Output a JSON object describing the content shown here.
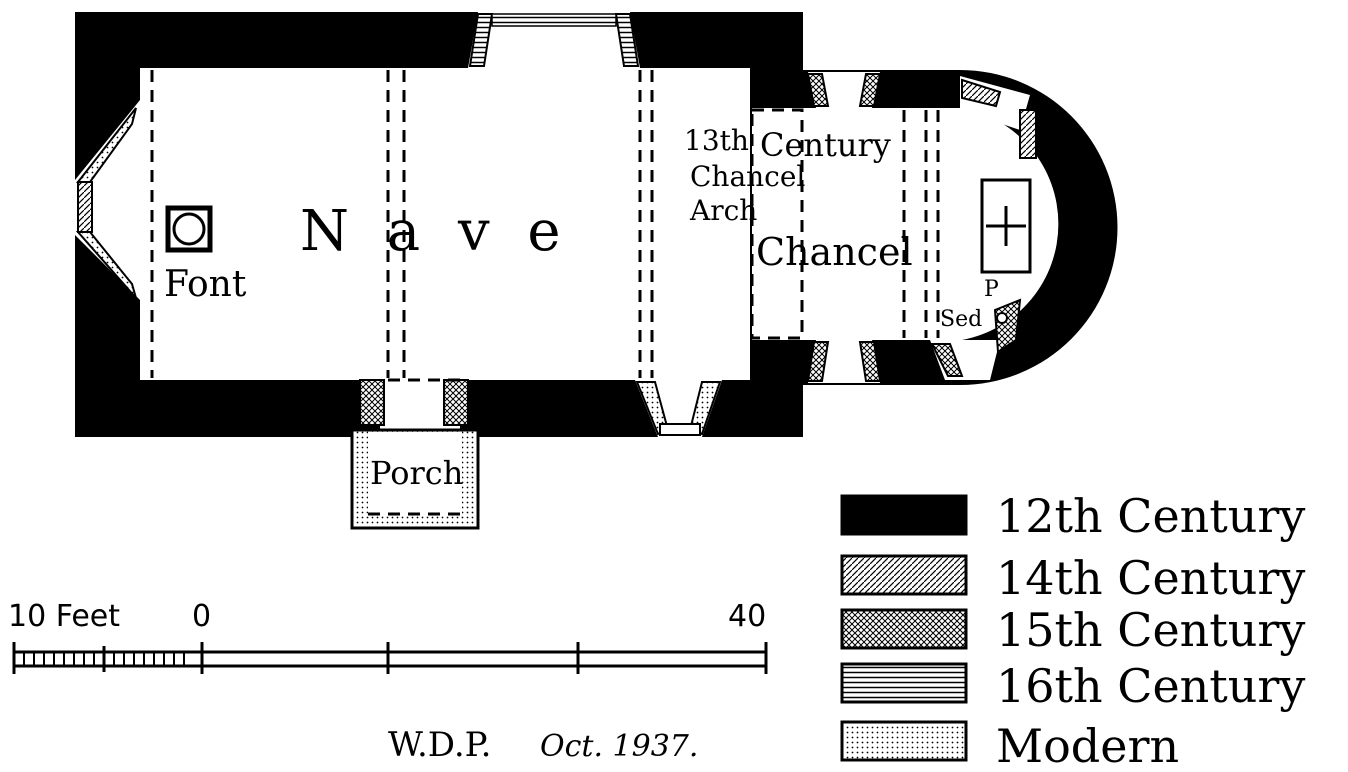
{
  "plan": {
    "room_labels": {
      "nave": "N a v e",
      "font": "Font",
      "chancel": "Chancel",
      "porch": "Porch",
      "arch_line1": "13th",
      "arch_line2": "Chancel",
      "arch_line3": "Arch",
      "century_note": "Century",
      "piscina": "P",
      "sedilia": "Sed"
    }
  },
  "scale_bar": {
    "label_left": "10 Feet",
    "label_zero": "0",
    "label_right": "40"
  },
  "legend": {
    "items": [
      {
        "text": "12th Century",
        "pattern": "solid"
      },
      {
        "text": "14th Century",
        "pattern": "diag-fine"
      },
      {
        "text": "15th Century",
        "pattern": "cross"
      },
      {
        "text": "16th Century",
        "pattern": "horizontal"
      },
      {
        "text": "Modern",
        "pattern": "dots"
      }
    ]
  },
  "signature": {
    "initials": "W.D.P.",
    "date": "Oct. 1937."
  },
  "colors": {
    "ink": "#000000",
    "paper": "#ffffff"
  }
}
